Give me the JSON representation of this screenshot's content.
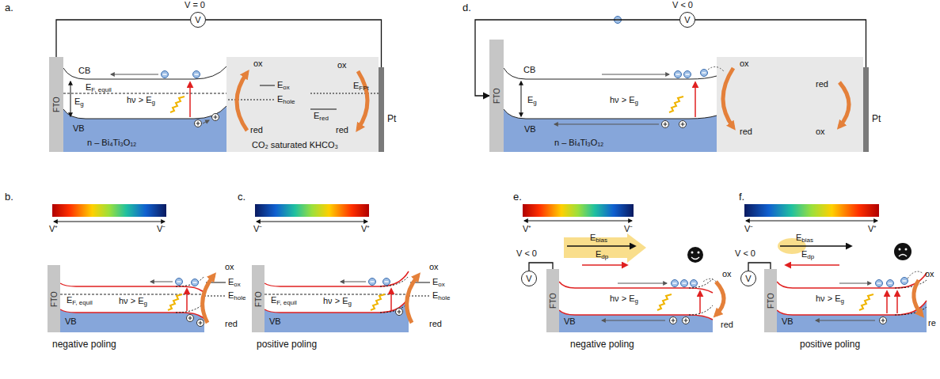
{
  "diagram": {
    "nodes": [
      {
        "text": [
          "FTO"
        ]
      },
      {
        "text": [
          "V"
        ]
      },
      {
        "text": [
          "Pt"
        ]
      },
      {
        "text": [
          "FTO"
        ]
      },
      {
        "text": [
          "FTO"
        ]
      },
      {
        "text": [
          "FTO"
        ]
      },
      {
        "text": [
          "V"
        ]
      },
      {
        "text": [
          "Pt"
        ]
      },
      {
        "text": [
          "FTO"
        ]
      },
      {
        "text": [
          "V"
        ]
      },
      {
        "text": [
          "FTO"
        ]
      },
      {
        "text": [
          "V"
        ]
      }
    ],
    "edges": [
      {
        "from": 0,
        "to": 1,
        "arrow": "none"
      },
      {
        "from": 1,
        "to": 2,
        "arrow": "none"
      },
      {
        "from": 6,
        "to": 5,
        "arrow": "to"
      },
      {
        "from": 6,
        "to": 7,
        "arrow": "none"
      },
      {
        "from": 9,
        "to": 8,
        "arrow": "none"
      },
      {
        "from": 11,
        "to": 10,
        "arrow": "none"
      }
    ],
    "labels": [
      "a.",
      "V = 0",
      "CB",
      "EF, equil",
      "Eg",
      "hν > Eg",
      "VB",
      "n – Bi₄Ti₃O₁₂",
      "CO₂ saturated KHCO₃",
      "ox",
      "red",
      "Eox",
      "Ehole",
      "ox",
      "red",
      "EFPt",
      "Ered",
      "b.",
      "V⁺",
      "V⁻",
      "EF, equil",
      "VB",
      "hν > Eg",
      "ox",
      "red",
      "Eox",
      "Ehole",
      "negative poling",
      "c.",
      "V⁻",
      "V⁺",
      "EF, equil",
      "VB",
      "hν > Eg",
      "ox",
      "Eox",
      "Ehole",
      "red",
      "positive poling",
      "d.",
      "V < 0",
      "CB",
      "Eg",
      "hν > Eg",
      "VB",
      "n – Bi₄Ti₃O₁₂",
      "ox",
      "red",
      "red",
      "ox",
      "e.",
      "V⁺",
      "V⁻",
      "V < 0",
      "Ebias",
      "Edp",
      "hν > Eg",
      "VB",
      "ox",
      "red",
      "negative poling",
      "f.",
      "V⁻",
      "V⁺",
      "V < 0",
      "Ebias",
      "Edp",
      "hν > Eg",
      "VB",
      "ox",
      "re",
      "positive poling"
    ]
  }
}
